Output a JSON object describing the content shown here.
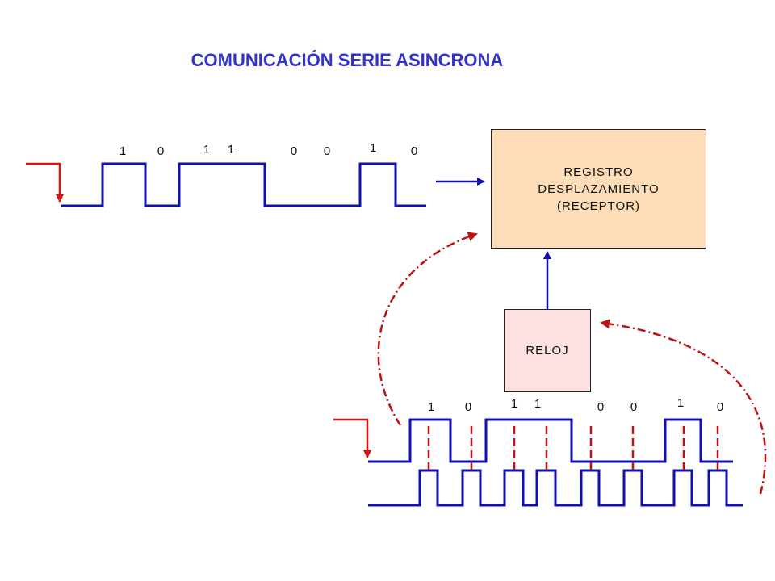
{
  "title": "COMUNICACIÓN SERIE ASINCRONA",
  "register": {
    "line1": "REGISTRO",
    "line2": "DESPLAZAMIENTO",
    "line3": "(RECEPTOR)"
  },
  "clock": {
    "label": "RELOJ"
  },
  "top_bits": [
    "1",
    "0",
    "1",
    "1",
    "0",
    "0",
    "1",
    "0"
  ],
  "bottom_bits": [
    "1",
    "0",
    "1",
    "1",
    "0",
    "0",
    "1",
    "0"
  ],
  "colors": {
    "signal": "#1010b0",
    "red": "#e01010",
    "dashed": "#c01010",
    "title": "#3333cc"
  }
}
